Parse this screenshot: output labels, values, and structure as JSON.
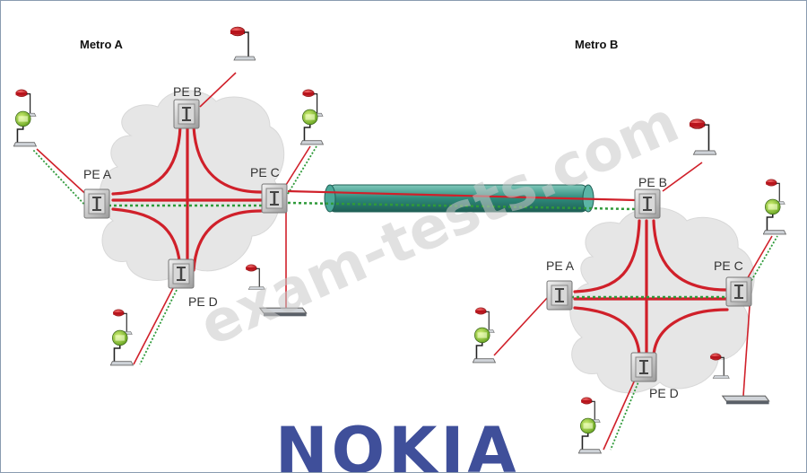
{
  "metro_a": {
    "title": "Metro A",
    "pe_labels": {
      "a": "PE A",
      "b": "PE B",
      "c": "PE C",
      "d": "PE D"
    }
  },
  "metro_b": {
    "title": "Metro B",
    "pe_labels": {
      "a": "PE A",
      "b": "PE B",
      "c": "PE C",
      "d": "PE D"
    }
  },
  "watermark": "exam-tests.com",
  "logo": "NOKIA",
  "colors": {
    "red_link": "#d0202a",
    "green_dotted": "#2f9a3a",
    "tunnel": "#3f9c8c",
    "cloud": "#e6e6e6",
    "logo": "#3f4f9a"
  }
}
